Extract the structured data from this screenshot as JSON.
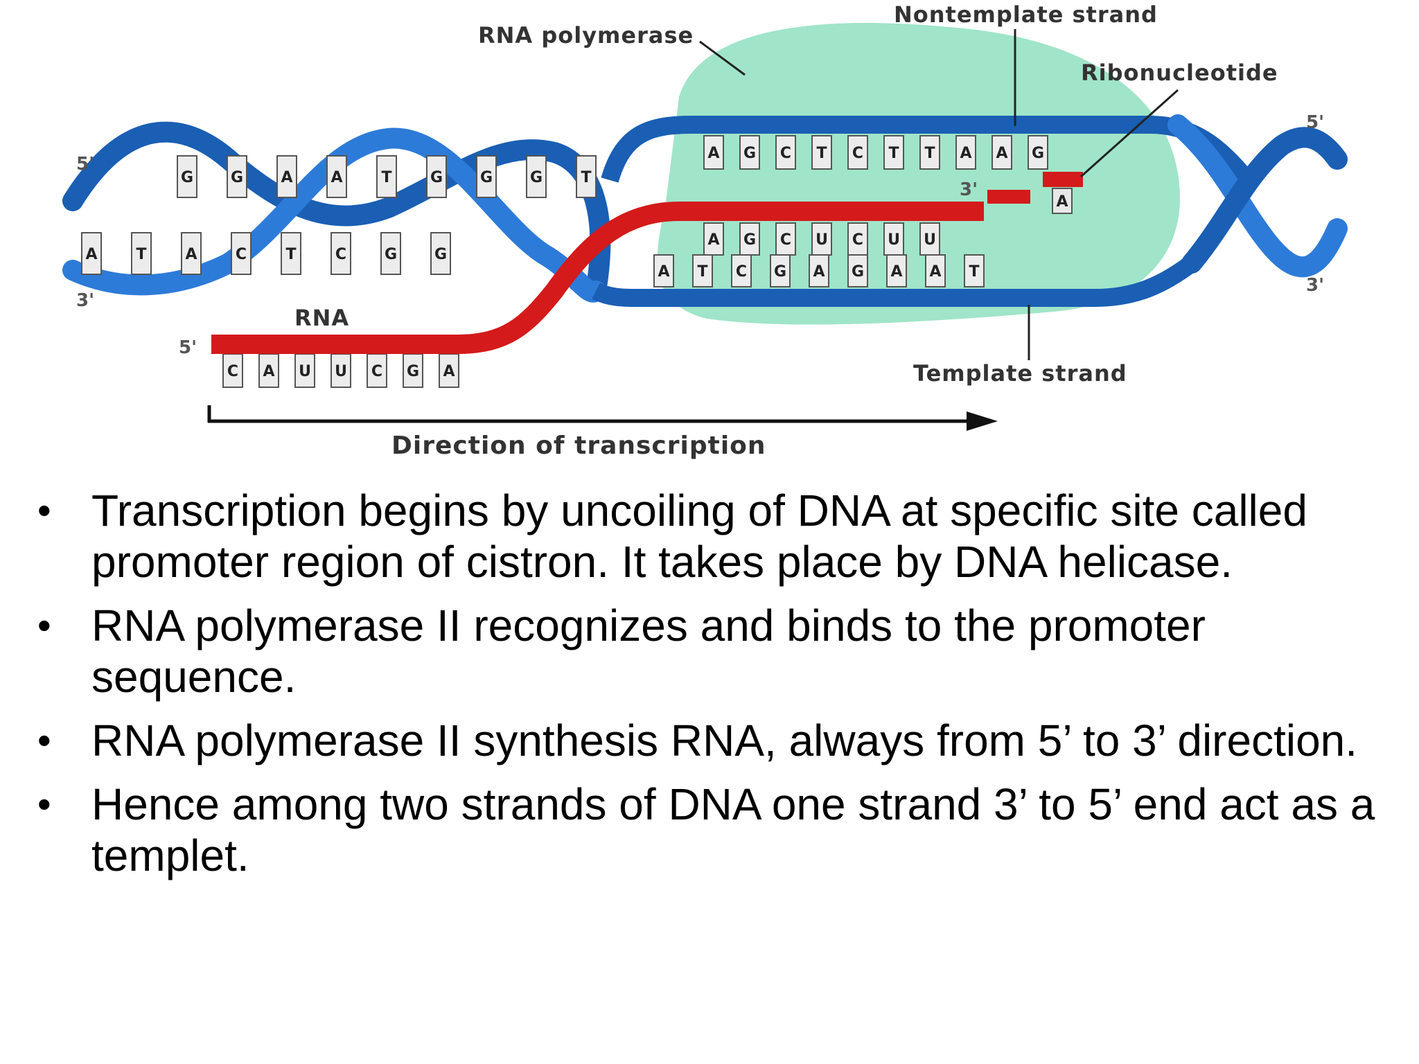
{
  "diagram": {
    "labels": {
      "rna_polymerase": "RNA polymerase",
      "nontemplate_strand": "Nontemplate strand",
      "ribonucleotide": "Ribonucleotide",
      "rna": "RNA",
      "template_strand": "Template strand",
      "direction": "Direction of transcription"
    },
    "ends": {
      "left_top": "5'",
      "left_bottom": "3'",
      "right_top": "5'",
      "right_bottom": "3'",
      "rna_start": "5'",
      "rna_end": "3'"
    },
    "bases": {
      "nontemplate": [
        "A",
        "G",
        "C",
        "T",
        "C",
        "T",
        "T",
        "A",
        "A",
        "G"
      ],
      "rna_inside": [
        "A",
        "G",
        "C",
        "U",
        "C",
        "U",
        "U"
      ],
      "template": [
        "A",
        "T",
        "C",
        "G",
        "A",
        "G",
        "A",
        "A",
        "T"
      ],
      "rna_exit": [
        "C",
        "A",
        "U",
        "U",
        "C",
        "G",
        "A"
      ],
      "incoming_ribonucleotide": "A",
      "left_helix_top": [
        "G",
        "G",
        "A",
        "A",
        "T",
        "G",
        "G",
        "G",
        "T"
      ],
      "left_helix_bottom": [
        "A",
        "T",
        "A",
        "C",
        "T",
        "C",
        "G",
        "G"
      ]
    },
    "colors": {
      "dna_backbone": "#1a5fb4",
      "rna_strand": "#d41a1a",
      "polymerase": "#8fe0c0"
    }
  },
  "bullets": [
    "Transcription begins by uncoiling of DNA at specific site called promoter region of cistron. It takes place by DNA helicase.",
    "RNA polymerase II recognizes and binds to the promoter sequence.",
    "RNA polymerase II  synthesis RNA, always from 5’ to 3’ direction.",
    "Hence among two strands of DNA one strand 3’ to 5’ end act as a templet."
  ]
}
